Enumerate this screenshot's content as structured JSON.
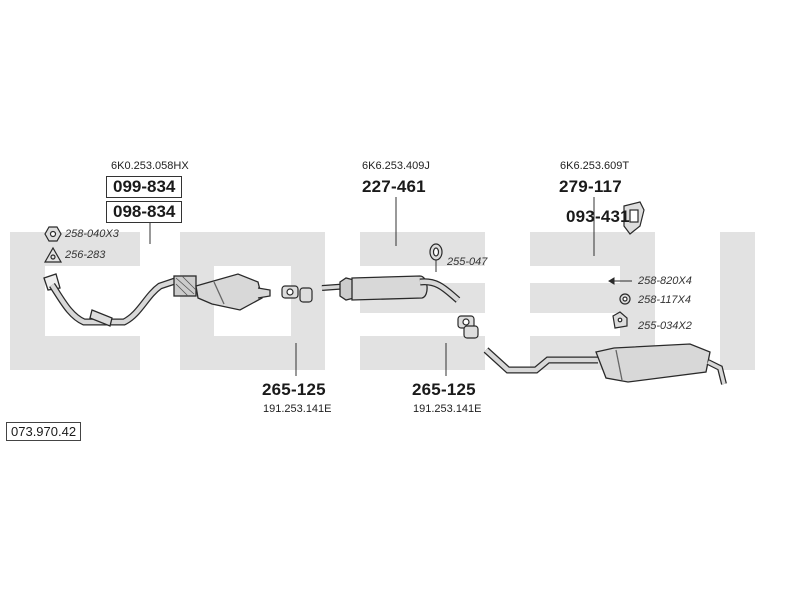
{
  "diagram_id": "073.970.42",
  "colors": {
    "watermark": "#e2e2e2",
    "parts": "#d8d8d8",
    "outline": "#2a2a2a"
  },
  "groups": {
    "front": {
      "oem": "6K0.253.058HX",
      "codes": [
        "099-834",
        "098-834"
      ]
    },
    "middle": {
      "oem": "6K6.253.409J",
      "code": "227-461"
    },
    "rear": {
      "oem": "6K6.253.609T",
      "code": "279-117",
      "bracket_code": "093-431"
    }
  },
  "hardware": {
    "h1": "258-040X3",
    "h2": "256-283",
    "h3": "255-047",
    "h4": "258-820X4",
    "h5": "258-117X4",
    "h6": "255-034X2"
  },
  "clamps": {
    "left": {
      "code": "265-125",
      "oem": "191.253.141E"
    },
    "right": {
      "code": "265-125",
      "oem": "191.253.141E"
    }
  }
}
